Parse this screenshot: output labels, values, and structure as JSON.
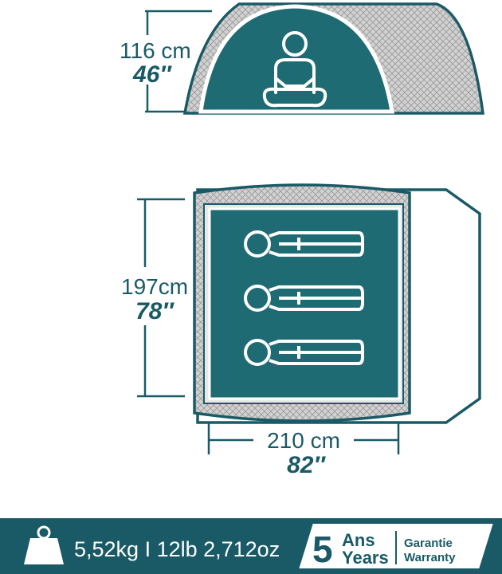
{
  "colors": {
    "teal": "#1a5a66",
    "accent_teal": "#1f6b73",
    "mesh_gray": "#c8c8c8",
    "floor_gray": "#e2e2e2",
    "white": "#ffffff"
  },
  "side_view": {
    "height_cm": "116 cm",
    "height_in": "46″",
    "icon": "seated-person-icon"
  },
  "top_view": {
    "length_cm": "197cm",
    "length_in": "78″",
    "width_cm": "210 cm",
    "width_in": "82″",
    "sleepers": [
      "sleeping-person-icon",
      "sleeping-person-icon",
      "sleeping-person-icon"
    ]
  },
  "footer": {
    "weight_icon": "weight-icon",
    "weight_text": "5,52kg I 12lb 2,712oz",
    "warranty": {
      "number": "5",
      "ans": "Ans",
      "years": "Years",
      "garantie": "Garantie",
      "warranty": "Warranty"
    }
  }
}
